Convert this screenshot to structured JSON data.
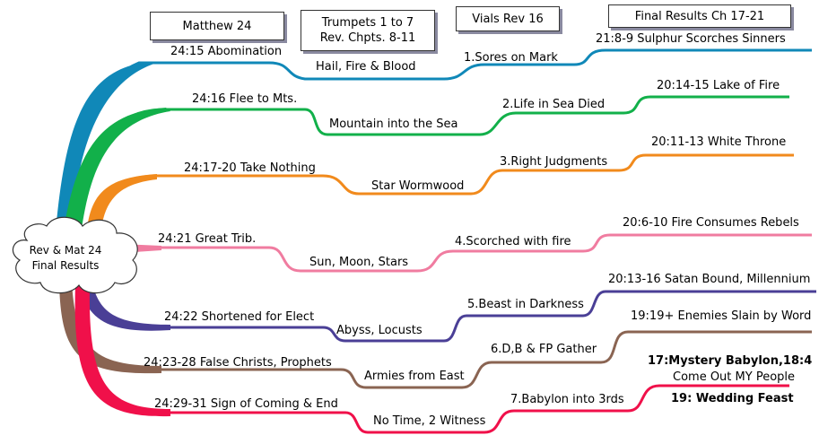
{
  "headers": {
    "matthew": "Matthew 24",
    "trumpets_line1": "Trumpets 1 to 7",
    "trumpets_line2": "Rev. Chpts. 8-11",
    "vials": "Vials  Rev 16",
    "final": "Final Results Ch 17-21"
  },
  "center": {
    "line1": "Rev & Mat 24",
    "line2": "Final Results"
  },
  "branches": [
    {
      "color": "#1088b8",
      "matthew": "24:15 Abomination",
      "trumpet": "Hail, Fire & Blood",
      "vial": "1.Sores on Mark",
      "final": "21:8-9 Sulphur Scorches Sinners"
    },
    {
      "color": "#12b04a",
      "matthew": "24:16 Flee to Mts.",
      "trumpet": "Mountain into the Sea",
      "vial": "2.Life in Sea Died",
      "final": "20:14-15 Lake of Fire"
    },
    {
      "color": "#f18a1c",
      "matthew": "24:17-20 Take Nothing",
      "trumpet": "Star Wormwood",
      "vial": "3.Right Judgments",
      "final": "20:11-13 White Throne"
    },
    {
      "color": "#f07ca0",
      "matthew": "24:21 Great Trib.",
      "trumpet": "Sun, Moon, Stars",
      "vial": "4.Scorched with fire",
      "final": "20:6-10 Fire Consumes Rebels"
    },
    {
      "color": "#4a3f96",
      "matthew": "24:22 Shortened for Elect",
      "trumpet": "Abyss, Locusts",
      "vial": "5.Beast in Darkness",
      "final": "20:13-16 Satan Bound, Millennium"
    },
    {
      "color": "#8a6452",
      "matthew": "24:23-28 False Christs, Prophets",
      "trumpet": "Armies from East",
      "vial": "6.D,B & FP Gather",
      "final": "19:19+ Enemies Slain by Word"
    },
    {
      "color": "#f0104a",
      "matthew": "24:29-31 Sign of Coming & End",
      "trumpet": "No Time, 2 Witness",
      "vial": "7.Babylon into 3rds",
      "final_line1": "17:Mystery Babylon,18:4",
      "final_line2": "Come Out MY People",
      "final_line3": "19: Wedding Feast"
    }
  ]
}
